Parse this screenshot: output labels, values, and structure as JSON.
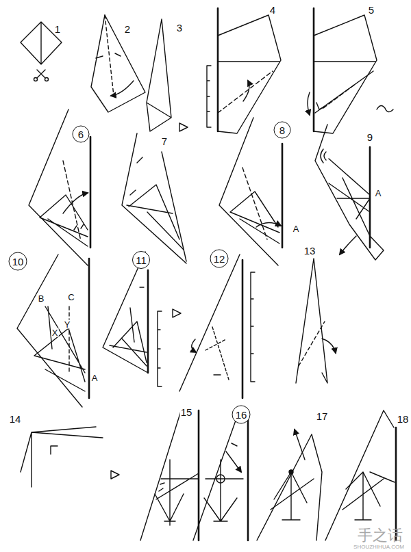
{
  "diagram": {
    "nodes": [
      {
        "text": [
          "6"
        ]
      },
      {
        "text": [
          "8"
        ]
      },
      {
        "text": [
          "10"
        ]
      },
      {
        "text": [
          "11"
        ]
      },
      {
        "text": [
          "12"
        ]
      },
      {
        "text": [
          "16"
        ]
      }
    ],
    "labels": [
      "1",
      "2",
      "3",
      "4",
      "5",
      "7",
      "9",
      "A",
      "A",
      "B",
      "C",
      "X",
      "Y",
      "A",
      "13",
      "14",
      "15",
      "17",
      "18",
      "手之话",
      "SHOUZHIHUA.COM"
    ]
  }
}
